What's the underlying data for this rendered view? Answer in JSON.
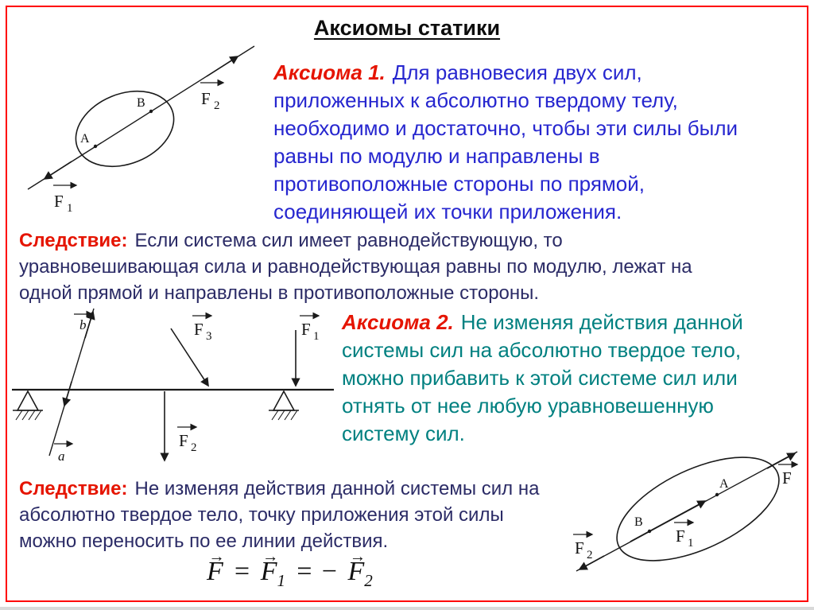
{
  "slide": {
    "title": "Аксиомы статики",
    "axiom1": {
      "label": "Аксиома 1.",
      "line1": "Для равновесия двух сил,",
      "lines": [
        "приложенных к абсолютно твердому телу,",
        "необходимо и достаточно, чтобы эти силы были",
        "равны по модулю и направлены в",
        "противоположные стороны по прямой,",
        "соединяющей их точки приложения."
      ]
    },
    "corollary1": {
      "label": "Следствие:",
      "line1": "Если система сил имеет равнодействующую, то",
      "lines": [
        "уравновешивающая сила и равнодействующая равны по модулю, лежат на",
        "одной прямой и направлены в противоположные стороны."
      ]
    },
    "axiom2": {
      "label": "Аксиома 2.",
      "line1": "Не изменяя действия данной",
      "lines": [
        "системы сил на абсолютно твердое тело,",
        "можно прибавить к этой системе сил или",
        "отнять от нее любую уравновешенную",
        "систему сил."
      ]
    },
    "corollary2": {
      "label": "Следствие:",
      "line1": "Не изменяя действия данной системы сил на",
      "lines": [
        "абсолютно твердое тело, точку приложения этой силы",
        "можно переносить по ее линии действия."
      ]
    },
    "formula": {
      "t1": "F",
      "op1": "=",
      "t2": "F",
      "sub2": "1",
      "op2": "= −",
      "t3": "F",
      "sub3": "2"
    },
    "diagram1": {
      "pointA": "A",
      "pointB": "B",
      "f1": {
        "sym": "F",
        "sub": "1"
      },
      "f2": {
        "sym": "F",
        "sub": "2"
      }
    },
    "diagram2": {
      "a": "a",
      "b": "b",
      "f1": {
        "sym": "F",
        "sub": "1"
      },
      "f2": {
        "sym": "F",
        "sub": "2"
      },
      "f3": {
        "sym": "F",
        "sub": "3"
      }
    },
    "diagram3": {
      "pointA": "A",
      "pointB": "B",
      "f": {
        "sym": "F"
      },
      "f1": {
        "sym": "F",
        "sub": "1"
      },
      "f2": {
        "sym": "F",
        "sub": "2"
      }
    },
    "colors": {
      "frame": "#ff0000",
      "accent_red": "#e51400",
      "axiom1_text": "#2626cf",
      "axiom2_text": "#008080",
      "corollary_text": "#2b2b66",
      "title": "#0d0d0d"
    }
  }
}
